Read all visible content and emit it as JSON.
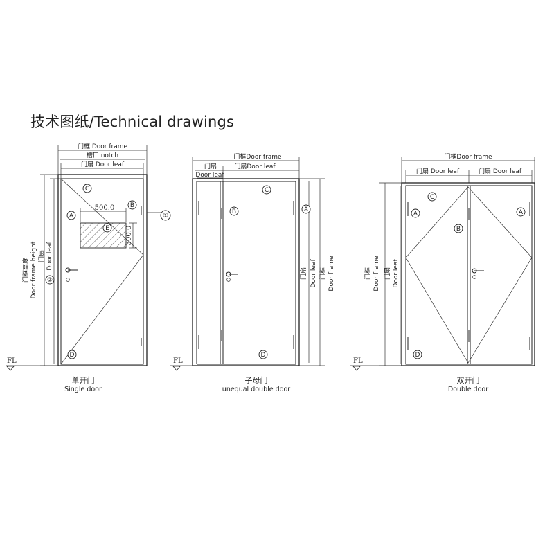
{
  "title": "技术图纸/Technical drawings",
  "labels": {
    "door_frame": "门框 Door frame",
    "door_frame_tight": "门框Door frame",
    "notch": "槽口 notch",
    "door_leaf": "门扇 Door leaf",
    "door_leaf_tight": "门扇Door leaf",
    "door_leaf_small_cn": "门扇",
    "door_leaf_small_en": "Door leaf",
    "frame_height_cn": "门框高度",
    "frame_height_en": "Door frame height",
    "leaf_cn": "门扇",
    "leaf_en": "Door leaf",
    "frame_cn": "门框",
    "frame_en": "Door frame",
    "fl": "FL",
    "dim_500": "500.0",
    "dim_300": "300.0",
    "num_1": "①",
    "num_2": "②"
  },
  "markers": {
    "a": "A",
    "b": "B",
    "c": "C",
    "d": "D",
    "e": "E"
  },
  "captions": {
    "single_cn": "单开门",
    "single_en": "Single door",
    "unequal_cn": "子母门",
    "unequal_en": "unequal double door",
    "double_cn": "双开门",
    "double_en": "Double door"
  }
}
